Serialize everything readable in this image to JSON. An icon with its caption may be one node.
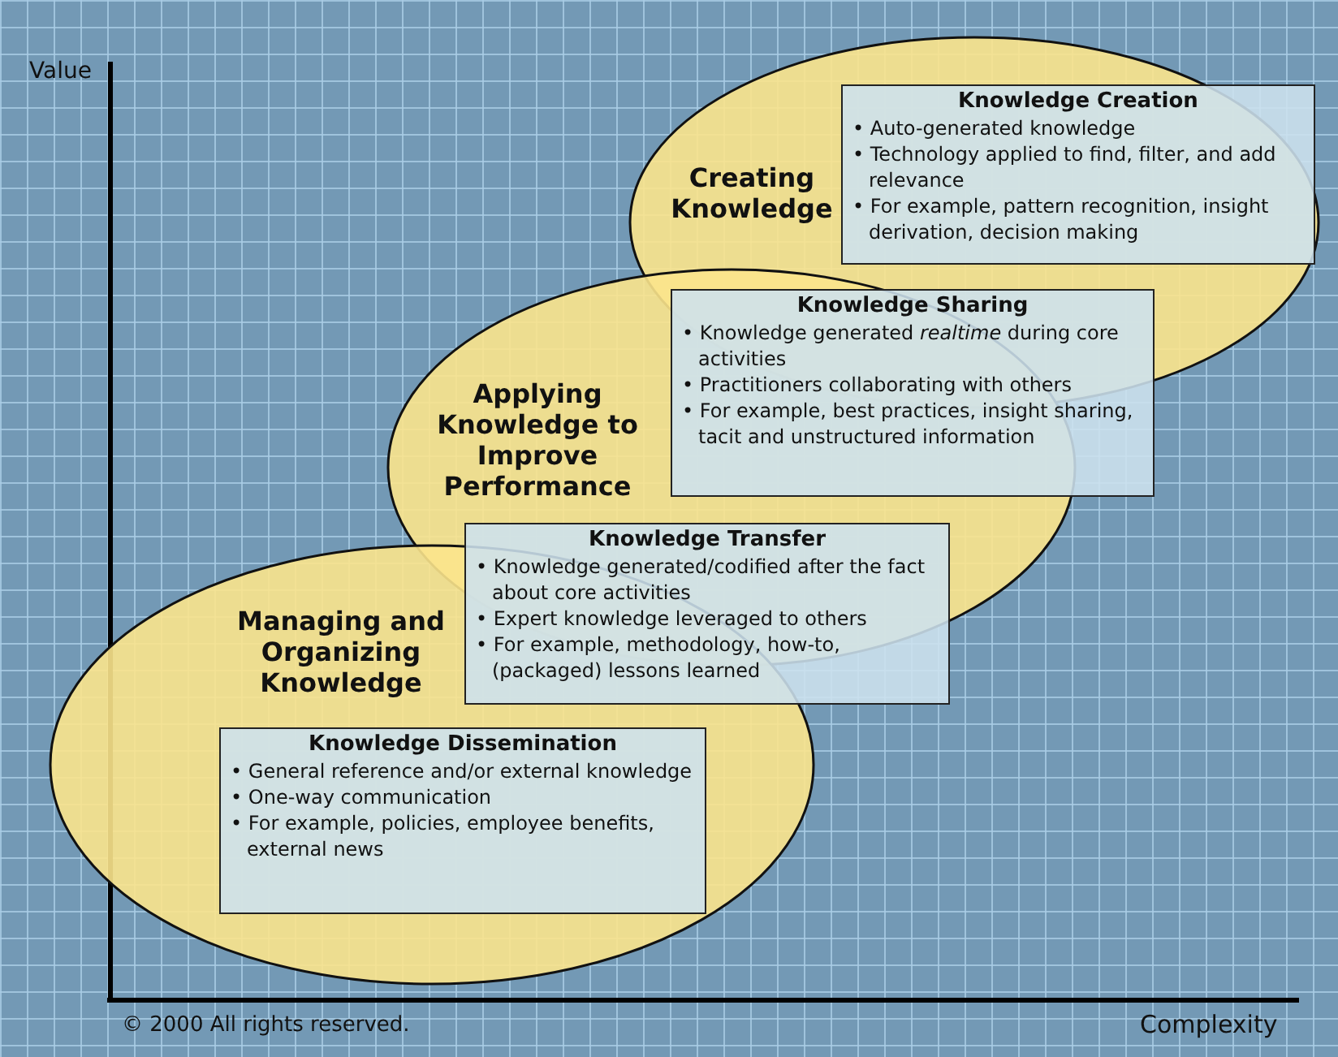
{
  "diagram": {
    "nodes": [
      {
        "text": [
          "Creating Knowledge"
        ]
      },
      {
        "text": [
          "Knowledge Creation",
          "• Auto-generated knowledge",
          "• Technology applied to find, filter, and add relevance",
          "• For example, pattern recognition, insight derivation, decision making"
        ],
        "in": 0
      },
      {
        "text": [
          "Applying Knowledge to Improve Performance"
        ]
      },
      {
        "text": [
          "Knowledge Sharing",
          "• Knowledge generated *realtime* during core activities",
          "• Practitioners collaborating with others",
          "• For example, best practices, insight sharing, tacit and unstructured information"
        ]
      },
      {
        "text": [
          "Managing and Organizing Knowledge"
        ]
      },
      {
        "text": [
          "Knowledge Transfer",
          "• Knowledge generated/codified after the fact about core activities",
          "• Expert knowledge leveraged to others",
          "• For example, methodology, how-to, (packaged) lessons learned"
        ]
      },
      {
        "text": [
          "Knowledge Dissemination",
          "• General reference and/or external knowledge",
          "• One-way communication",
          "• For example, policies, employee benefits, external news"
        ],
        "in": 4
      }
    ],
    "labels": [
      "Value",
      "© 2000 All rights reserved.",
      "Complexity"
    ]
  }
}
